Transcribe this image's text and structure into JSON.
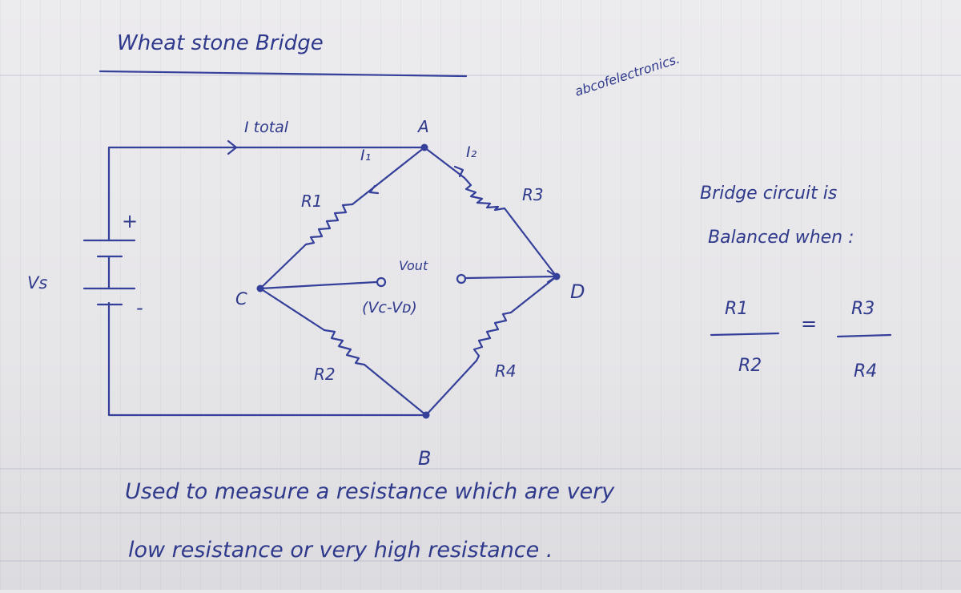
{
  "title": "Wheat stone Bridge",
  "watermark": "abcofelectronics.",
  "colors": {
    "ink": "#34409a",
    "paper": "#e9e8ea",
    "rule": "#9aa0c0"
  },
  "labels": {
    "itotal": "I total",
    "i1": "I₁",
    "i2": "I₂",
    "node_a": "A",
    "node_b": "B",
    "node_c": "C",
    "node_d": "D",
    "r1": "R1",
    "r2": "R2",
    "r3": "R3",
    "r4": "R4",
    "vs": "Vs",
    "plus": "+",
    "minus": "-",
    "vout": "Vout",
    "vout_expr": "(Vᴄ-Vᴅ)"
  },
  "balance": {
    "line1": "Bridge circuit is",
    "line2": "Balanced when :",
    "r1": "R1",
    "r2": "R2",
    "r3": "R3",
    "r4": "R4",
    "equals": "="
  },
  "footer": {
    "line1": "Used to measure a resistance which are very",
    "line2": "low resistance or very high resistance ."
  }
}
